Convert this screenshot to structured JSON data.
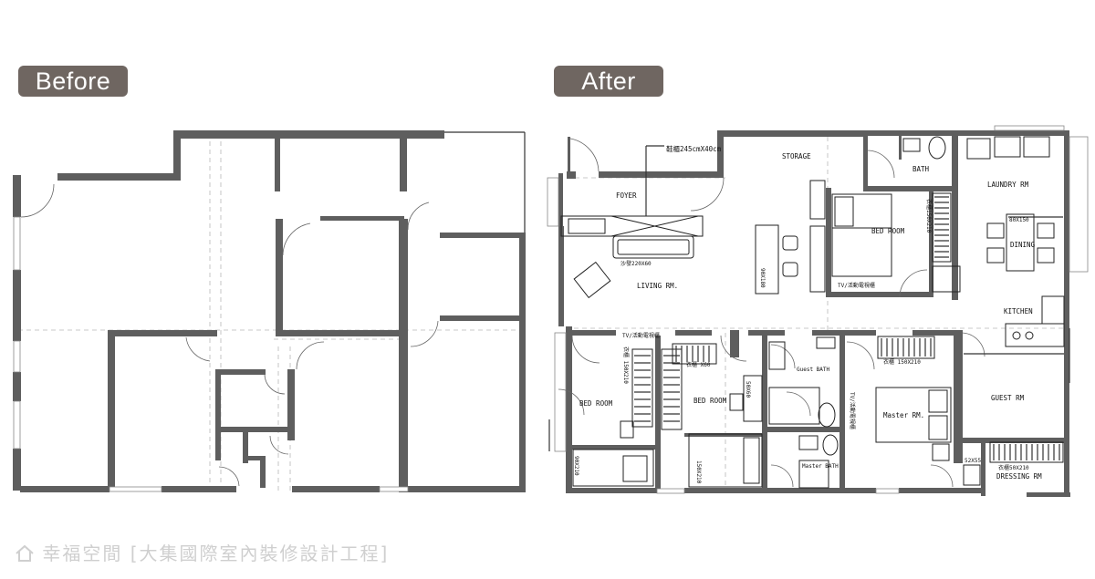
{
  "labels": {
    "before": "Before",
    "after": "After"
  },
  "plan_text": {
    "shoe_cabinet": "鞋櫃245cmX40cm",
    "storage": "STORAGE",
    "bath": "BATH",
    "laundry": "LAUNDRY RM",
    "foyer": "FOYER",
    "wardrobe_150": "衣櫃150X210",
    "bedroom_top": "BED ROOM",
    "dining_table": "80X150",
    "dining": "DINING",
    "sofa": "沙發220X60",
    "tv_cabinet": "TV/活動電視櫃",
    "living": "LIVING RM.",
    "kitchen": "KITCHEN",
    "tv_mid": "TV/活動電視櫃",
    "wardrobe_60": "衣櫃  X60",
    "wardrobe_left": "衣櫃 150X210",
    "bedroom_left": "BED ROOM",
    "bedroom_mid": "BED ROOM",
    "guest_bath": "Guest BATH",
    "wardrobe_master": "衣櫃 150X210",
    "master_rm": "Master RM.",
    "master_bath": "Master BATH",
    "guest_rm": "GUEST RM",
    "dressing_wardrobe": "衣櫃50X210",
    "dressing": "DRESSING RM",
    "bed_150": "150X210",
    "bed_90": "90X210",
    "island": "90X180",
    "tv_v": "TV/活動電視櫃",
    "size_52": "52X55",
    "desk_60": "50X60"
  },
  "watermark": {
    "brand": "幸福空間",
    "company": "[大集國際室內裝修設計工程]"
  }
}
